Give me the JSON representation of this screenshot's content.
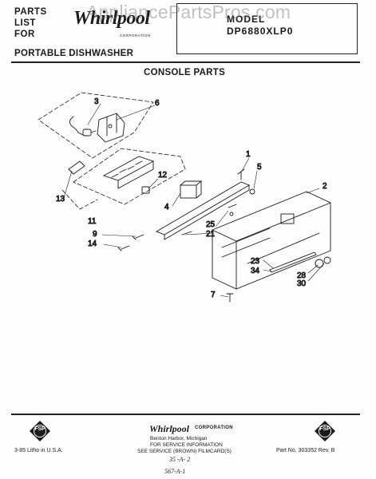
{
  "header": {
    "parts_list_lines": [
      "PARTS",
      "LIST",
      "FOR"
    ],
    "brand_logo": "Whirlpool",
    "brand_sub": "CORPORATION",
    "watermark": "AppliancePartsPros.com",
    "model_label": "MODEL",
    "model_number": "DP6880XLP0",
    "product_type": "PORTABLE DISHWASHER"
  },
  "section_title": "CONSOLE PARTS",
  "callouts": [
    "3",
    "6",
    "1",
    "5",
    "12",
    "2",
    "13",
    "4",
    "25",
    "21",
    "11",
    "9",
    "14",
    "23",
    "34",
    "28",
    "30",
    "7"
  ],
  "footer": {
    "fsp_label": "FSP",
    "brand": "Whirlpool",
    "corporation": "CORPORATION",
    "address": "Benton Harbor, Michigan",
    "service_line1": "FOR SERVICE INFORMATION",
    "service_line2": "SEE SERVICE (BROWN) FILMCARD(S)",
    "handwritten_code": "35 -A- 2",
    "handwritten_bottom": "567-A-1",
    "litho": "3-85   Litho in U.S.A.",
    "part_number": "Part No. 303352  Rev. B"
  },
  "colors": {
    "ink": "#1a1a1a",
    "paper": "#fdfdfb",
    "watermark": "#8a8a8a"
  }
}
